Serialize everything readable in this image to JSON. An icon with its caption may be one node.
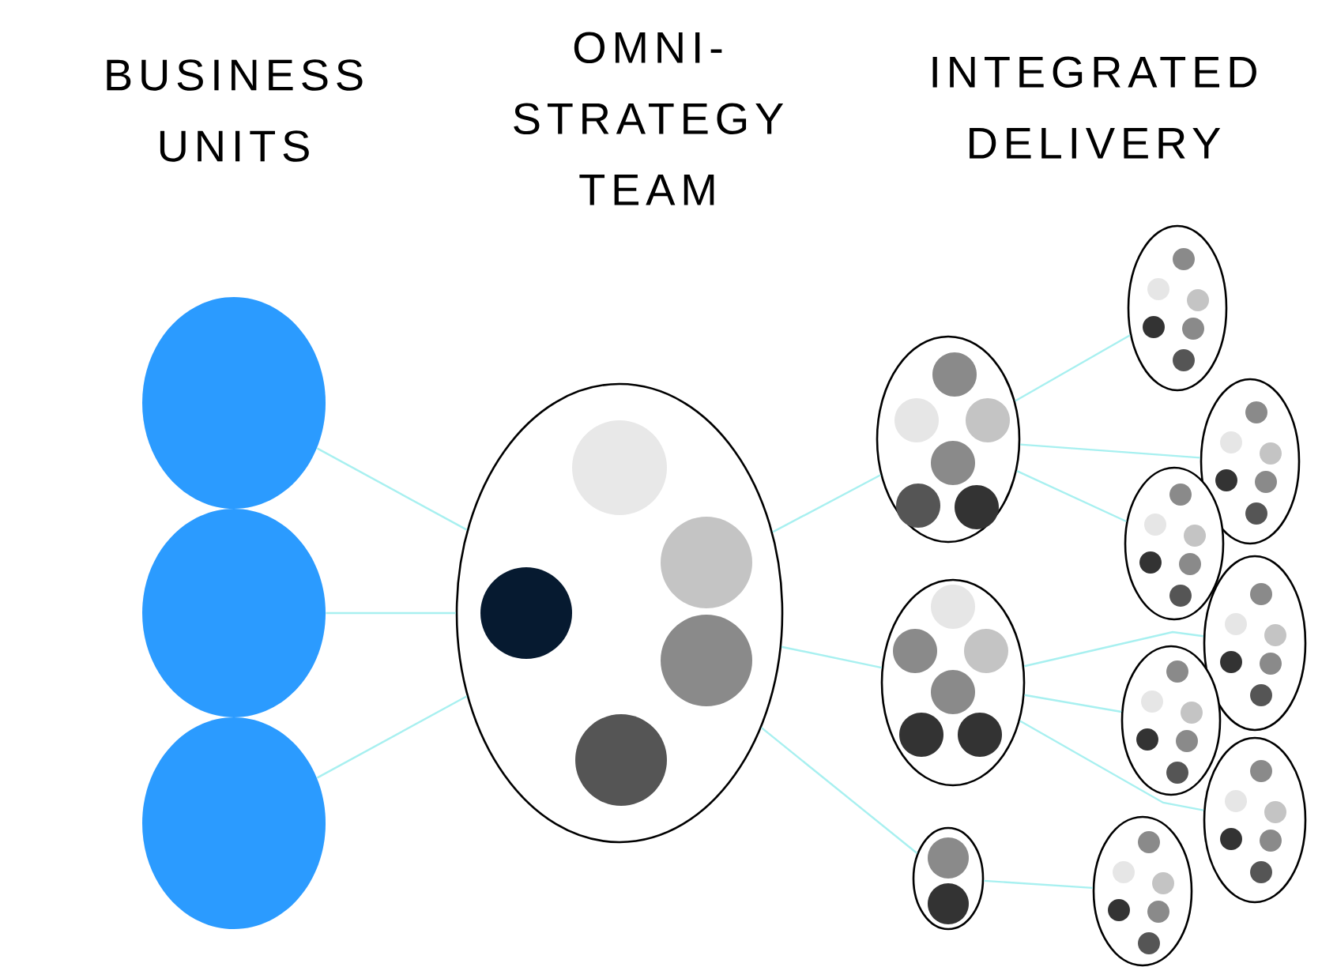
{
  "diagram": {
    "nodes": [
      {
        "text": [],
        "shape": "ellipse"
      },
      {
        "text": [],
        "shape": "ellipse"
      },
      {
        "text": [],
        "shape": "ellipse"
      },
      {
        "text": [],
        "shape": "ellipse"
      },
      {
        "text": [],
        "shape": "ellipse"
      },
      {
        "text": [],
        "shape": "ellipse"
      },
      {
        "text": [],
        "shape": "ellipse"
      },
      {
        "text": [],
        "shape": "ellipse"
      },
      {
        "text": [],
        "shape": "ellipse"
      },
      {
        "text": [],
        "shape": "ellipse"
      },
      {
        "text": [],
        "shape": "ellipse"
      },
      {
        "text": [],
        "shape": "ellipse"
      },
      {
        "text": [],
        "shape": "ellipse"
      },
      {
        "text": [],
        "shape": "ellipse"
      }
    ],
    "edges": [
      {
        "from": 0,
        "to": 3,
        "arrow": "none"
      },
      {
        "from": 1,
        "to": 3,
        "arrow": "none"
      },
      {
        "from": 2,
        "to": 3,
        "arrow": "none"
      },
      {
        "from": 3,
        "to": 4,
        "arrow": "none"
      },
      {
        "from": 3,
        "to": 5,
        "arrow": "none"
      },
      {
        "from": 3,
        "to": 6,
        "arrow": "none"
      },
      {
        "from": 4,
        "to": 7,
        "arrow": "none"
      },
      {
        "from": 4,
        "to": 8,
        "arrow": "none"
      },
      {
        "from": 4,
        "to": 9,
        "arrow": "none"
      },
      {
        "from": 5,
        "to": 10,
        "arrow": "none"
      },
      {
        "from": 5,
        "to": 11,
        "arrow": "none"
      },
      {
        "from": 5,
        "to": 12,
        "arrow": "none"
      },
      {
        "from": 6,
        "to": 13,
        "arrow": "none"
      }
    ],
    "labels": [
      "BUSINESS UNITS",
      "OMNI- STRATEGY TEAM",
      "INTEGRATED DELIVERY"
    ]
  }
}
